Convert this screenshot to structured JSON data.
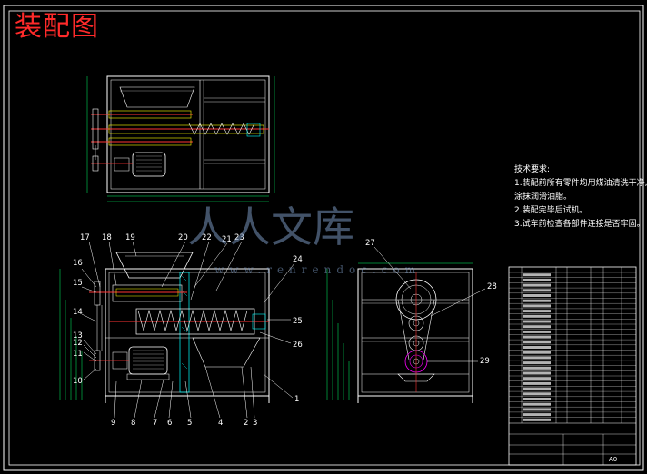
{
  "title": "装配图",
  "tech_requirements": {
    "heading": "技术要求:",
    "lines": [
      "1.装配前所有零件均用煤油清洗干净,",
      "   涂抹润滑油脂。",
      "2.装配完毕后试机。",
      "3.试车前检查各部件连接是否牢固。"
    ]
  },
  "part_numbers": [
    "1",
    "2",
    "3",
    "4",
    "5",
    "6",
    "7",
    "8",
    "9",
    "10",
    "11",
    "12",
    "13",
    "14",
    "15",
    "16",
    "17",
    "18",
    "19",
    "20",
    "21",
    "22",
    "23",
    "24",
    "25",
    "26",
    "27",
    "28",
    "29"
  ],
  "watermark": {
    "cn": "人人文库",
    "en": "www.renrendoc.com"
  },
  "title_block": {
    "sheet": "A0"
  },
  "colors": {
    "frame": "#ffffff",
    "outline": "#ffffff",
    "centerline": "#ff3333",
    "hidden": "#ffff00",
    "dimension": "#00ff66",
    "part": "#ff00ff",
    "accent": "#00ffff"
  }
}
